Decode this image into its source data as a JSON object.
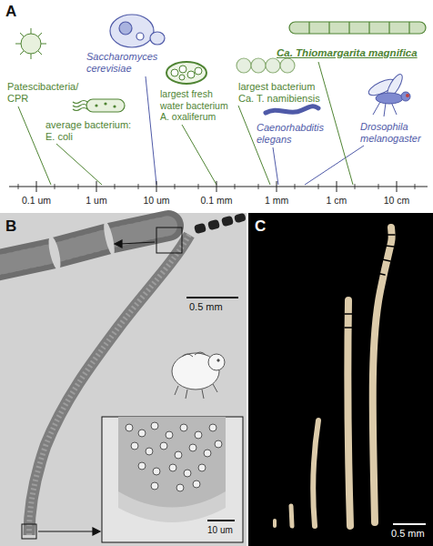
{
  "diagram": {
    "labels": [
      "A",
      "Patescibacteria/ CPR",
      "Saccharomyces cerevisiae",
      "average bacterium: E. coli",
      "largest fresh water bacterium A. oxaliferum",
      "largest bacterium Ca. T. namibiensis",
      "Caenorhabditis elegans",
      "Drosophila melanogaster",
      "Ca. Thiomargarita magnifica",
      "0.1 um",
      "1 um",
      "10 um",
      "0.1 mm",
      "1 mm",
      "1 cm",
      "10 cm",
      "B",
      "0.5 mm",
      "10 um",
      "C",
      "0.5 mm"
    ]
  }
}
